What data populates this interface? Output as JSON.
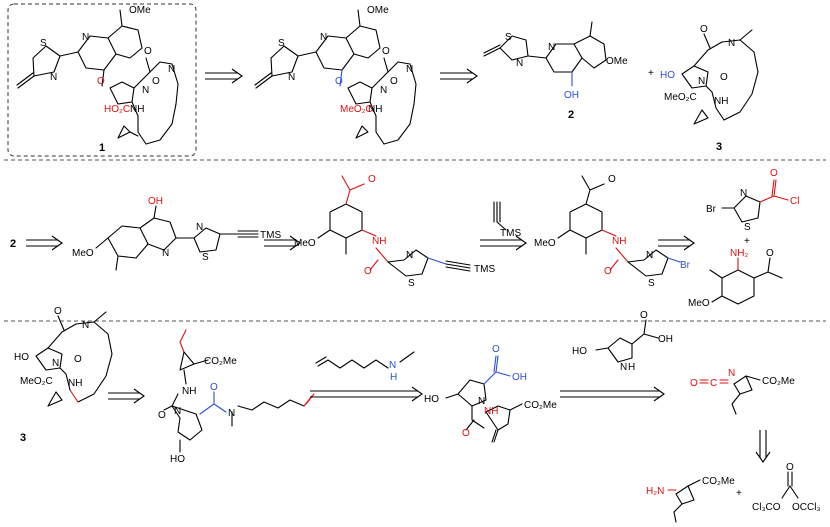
{
  "compounds": {
    "c1": "1",
    "c2_top": "2",
    "c3_top": "3",
    "c2_mid": "2",
    "c3_bottom": "3"
  },
  "atoms": {
    "ome": "OMe",
    "n": "N",
    "s": "S",
    "o": "O",
    "oh": "OH",
    "ho": "HO",
    "nh": "NH",
    "ho2c": "HO₂C",
    "meo2c": "MeO₂C",
    "co2me": "CO₂Me",
    "meo": "MeO",
    "tms": "TMS",
    "br": "Br",
    "cl": "Cl",
    "nh2": "NH₂",
    "h2n": "H₂N",
    "h": "H",
    "c": "C",
    "cl3co": "Cl₃CO",
    "occl3": "OCCl₃"
  },
  "operators": {
    "plus": "+"
  },
  "colors": {
    "red": "#e01010",
    "blue": "#2a4fd8",
    "black": "#000000"
  }
}
